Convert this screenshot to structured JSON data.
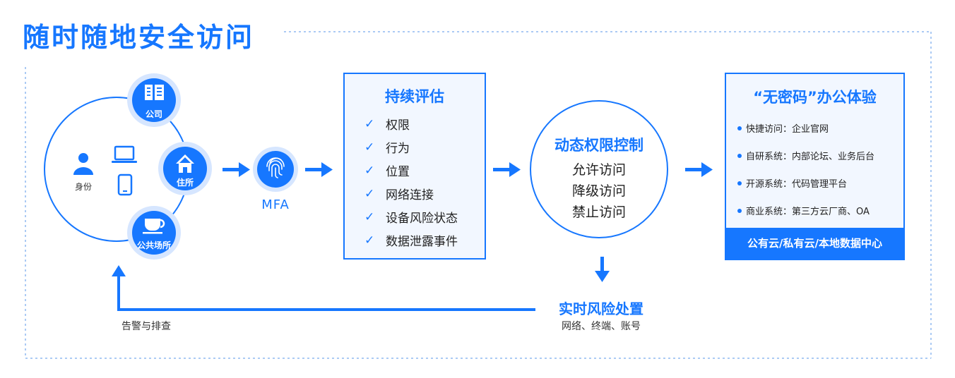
{
  "title": "随时随地安全访问",
  "locations": {
    "company": "公司",
    "home": "住所",
    "public": "公共场所",
    "identity": "身份"
  },
  "mfa": {
    "label": "MFA"
  },
  "assessment": {
    "title": "持续评估",
    "items": [
      "权限",
      "行为",
      "位置",
      "网络连接",
      "设备风险状态",
      "数据泄露事件"
    ]
  },
  "dynamic": {
    "title": "动态权限控制",
    "items": [
      "允许访问",
      "降级访问",
      "禁止访问"
    ]
  },
  "experience": {
    "title": "“无密码”办公体验",
    "items": [
      "快捷访问：企业官网",
      "自研系统：内部论坛、业务后台",
      "开源系统：代码管理平台",
      "商业系统：第三方云厂商、OA"
    ],
    "footer": "公有云/私有云/本地数据中心"
  },
  "risk": {
    "title": "实时风险处置",
    "subtitle": "网络、终端、账号"
  },
  "alert": {
    "label": "告警与排查"
  },
  "colors": {
    "primary": "#1677ff",
    "light": "#f2f7ff",
    "ring": "#d6e6ff"
  }
}
